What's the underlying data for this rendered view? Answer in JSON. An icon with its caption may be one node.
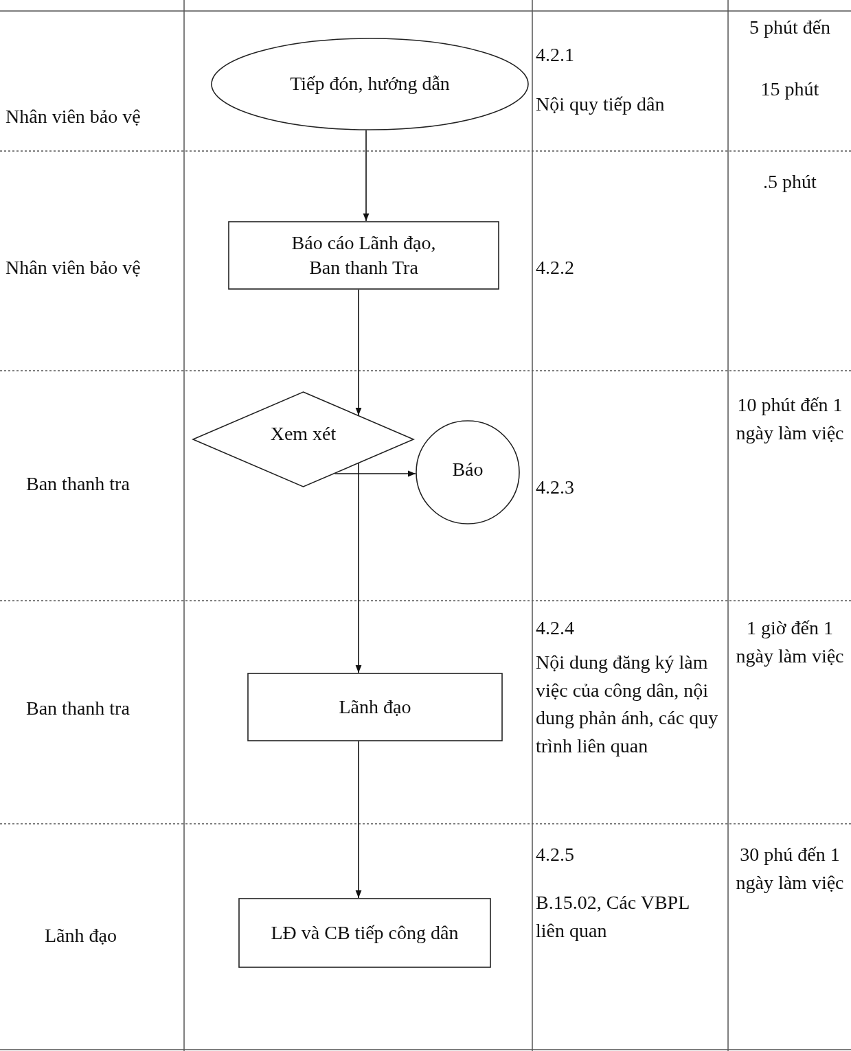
{
  "diagram": {
    "nodes": [
      {
        "text": [
          "Tiếp đón, hướng dẫn"
        ]
      },
      {
        "text": [
          "Báo cáo Lãnh đạo, Ban thanh Tra"
        ]
      },
      {
        "text": [
          "Xem xét"
        ]
      },
      {
        "text": [
          "Báo"
        ]
      },
      {
        "text": [
          "Lãnh đạo"
        ]
      },
      {
        "text": [
          "LĐ và  CB tiếp công dân"
        ]
      }
    ],
    "edges": [
      {
        "from": 0,
        "to": 1,
        "arrow": "to"
      },
      {
        "from": 1,
        "to": 2,
        "arrow": "to"
      },
      {
        "from": 2,
        "to": 3,
        "arrow": "to"
      },
      {
        "from": 2,
        "to": 4,
        "arrow": "to"
      },
      {
        "from": 4,
        "to": 5,
        "arrow": "to"
      }
    ],
    "labels": [
      "Nhân viên bảo vệ",
      "4.2.1",
      "Nội quy tiếp dân",
      "5 phút đến",
      "15 phút",
      "Nhân viên bảo vệ",
      "4.2.2",
      ".5 phút",
      "Ban thanh tra",
      "4.2.3",
      "10 phút đến 1 ngày làm việc",
      "Ban thanh tra",
      "4.2.4",
      "Nội dung đăng ký làm việc của công dân, nội dung phản ánh, các quy trình liên quan",
      "1 giờ đến 1 ngày làm việc",
      "Lãnh đạo",
      "4.2.5",
      "B.15.02, Các VBPL liên quan",
      "30 phú đến 1 ngày làm việc"
    ]
  }
}
